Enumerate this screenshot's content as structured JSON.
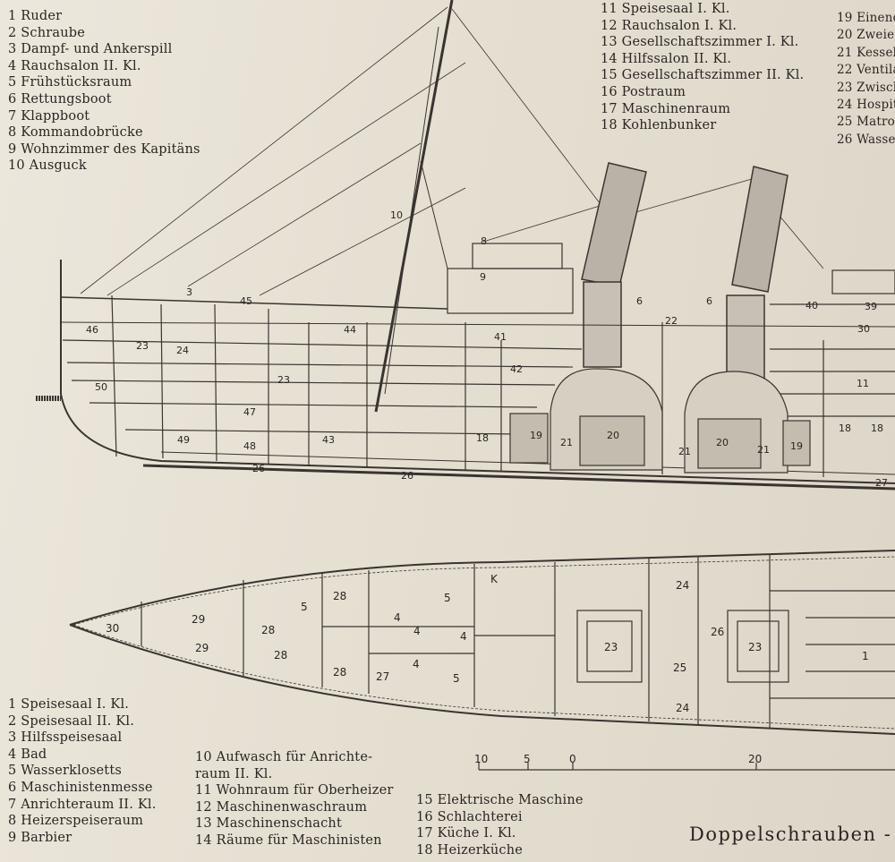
{
  "legend_top_left": [
    "1 Ruder",
    "2 Schraube",
    "3 Dampf- und Ankerspill",
    "4 Rauchsalon II. Kl.",
    "5 Frühstücksraum",
    "6 Rettungsboot",
    "7 Klappboot",
    "8 Kommandobrücke",
    "9 Wohnzimmer des Kapitäns",
    "10 Ausguck"
  ],
  "legend_top_middle": [
    "11 Speisesaal I. Kl.",
    "12 Rauchsalon I. Kl.",
    "13 Gesellschaftszimmer I. Kl.",
    "14 Hilfssalon II. Kl.",
    "15 Gesellschaftszimmer II. Kl.",
    "16 Postraum",
    "17 Maschinenraum",
    "18 Kohlenbunker"
  ],
  "legend_top_right": [
    "19 Einend",
    "20 Zweier",
    "21 Kessel",
    "22 Ventila",
    "23 Zwisch",
    "24 Hospit",
    "25 Matros",
    "26 Wasser"
  ],
  "legend_bottom_1": [
    "1 Speisesaal I. Kl.",
    "2 Speisesaal II. Kl.",
    "3 Hilfsspeisesaal",
    "4 Bad",
    "5 Wasserklosetts",
    "6 Maschinistenmesse",
    "7 Anrichteraum II. Kl.",
    "8 Heizerspeiseraum",
    "9 Barbier"
  ],
  "legend_bottom_2": [
    "10 Aufwasch für Anrichte-",
    "raum II. Kl.",
    "11 Wohnraum für Oberheizer",
    "12 Maschinenwaschraum",
    "13 Maschinenschacht",
    "14 Räume für Maschinisten"
  ],
  "legend_bottom_3": [
    "15 Elektrische Maschine",
    "16 Schlachterei",
    "17 Küche I. Kl.",
    "18 Heizerküche"
  ],
  "scale": {
    "labels": [
      "10",
      "5",
      "0",
      "20"
    ]
  },
  "title": "Doppelschrauben -",
  "section_labels": [
    "50",
    "46",
    "23",
    "24",
    "23",
    "44",
    "45",
    "3",
    "10",
    "8",
    "9",
    "41",
    "42",
    "47",
    "48",
    "49",
    "43",
    "18",
    "19",
    "21",
    "20",
    "21",
    "20",
    "21",
    "19",
    "6",
    "22",
    "6",
    "40",
    "39",
    "30",
    "11",
    "18",
    "18",
    "26",
    "26",
    "27"
  ],
  "plan_labels": [
    "30",
    "29",
    "29",
    "28",
    "28",
    "28",
    "28",
    "27",
    "5",
    "5",
    "5",
    "4",
    "4",
    "4",
    "4",
    "23",
    "23",
    "26",
    "25",
    "1",
    "24",
    "24",
    "K"
  ]
}
